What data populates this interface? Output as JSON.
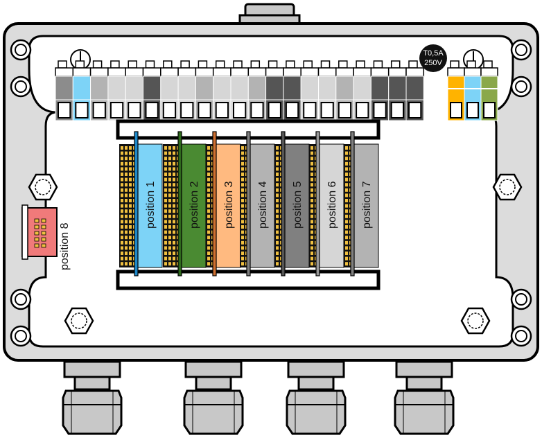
{
  "fuse": {
    "line1": "T0,5A",
    "line2": "250V"
  },
  "modules": [
    {
      "label": "position 1",
      "color": "#7dd3f7",
      "pin_color": "#1e88c8"
    },
    {
      "label": "position 2",
      "color": "#4a8a32",
      "pin_color": "#2e6a1c"
    },
    {
      "label": "position 3",
      "color": "#ffba80",
      "pin_color": "#d07030"
    },
    {
      "label": "position 4",
      "color": "#b3b3b3",
      "pin_color": "#808080"
    },
    {
      "label": "position 5",
      "color": "#808080",
      "pin_color": "#555555"
    },
    {
      "label": "position 6",
      "color": "#d6d6d6",
      "pin_color": "#999999"
    },
    {
      "label": "position 7",
      "color": "#b3b3b3",
      "pin_color": "#808080"
    }
  ],
  "side_module": {
    "label": "position 8",
    "color": "#f07a7a"
  },
  "terminal_block_colors": [
    "#8c8c8c",
    "#7dd3f7",
    "#b3b3b3",
    "#d6d6d6",
    "#d6d6d6",
    "#555555",
    "#d6d6d6",
    "#d6d6d6",
    "#b3b3b3",
    "#d6d6d6",
    "#d6d6d6",
    "#b3b3b3",
    "#555555",
    "#555555",
    "#d6d6d6",
    "#d6d6d6",
    "#b3b3b3",
    "#d6d6d6",
    "#555555",
    "#555555",
    "#555555"
  ],
  "power_terminal_colors": [
    "#ffb300",
    "#7dd3f7",
    "#8aa84a"
  ]
}
